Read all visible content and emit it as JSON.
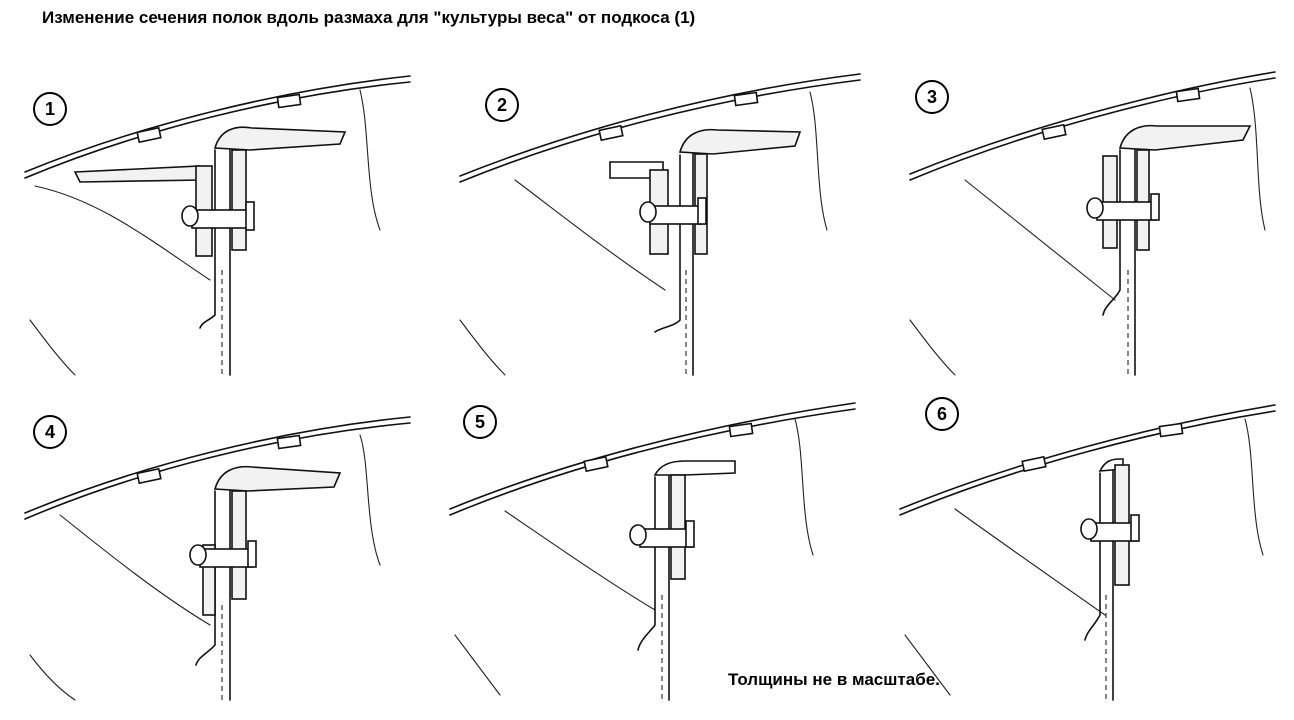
{
  "title": "Изменение сечения полок вдоль размаха для \"культуры веса\" от подкоса (1)",
  "footnote": "Толщины не в масштабе.",
  "panels": [
    {
      "label": "1"
    },
    {
      "label": "2"
    },
    {
      "label": "3"
    },
    {
      "label": "4"
    },
    {
      "label": "5"
    },
    {
      "label": "6"
    }
  ]
}
